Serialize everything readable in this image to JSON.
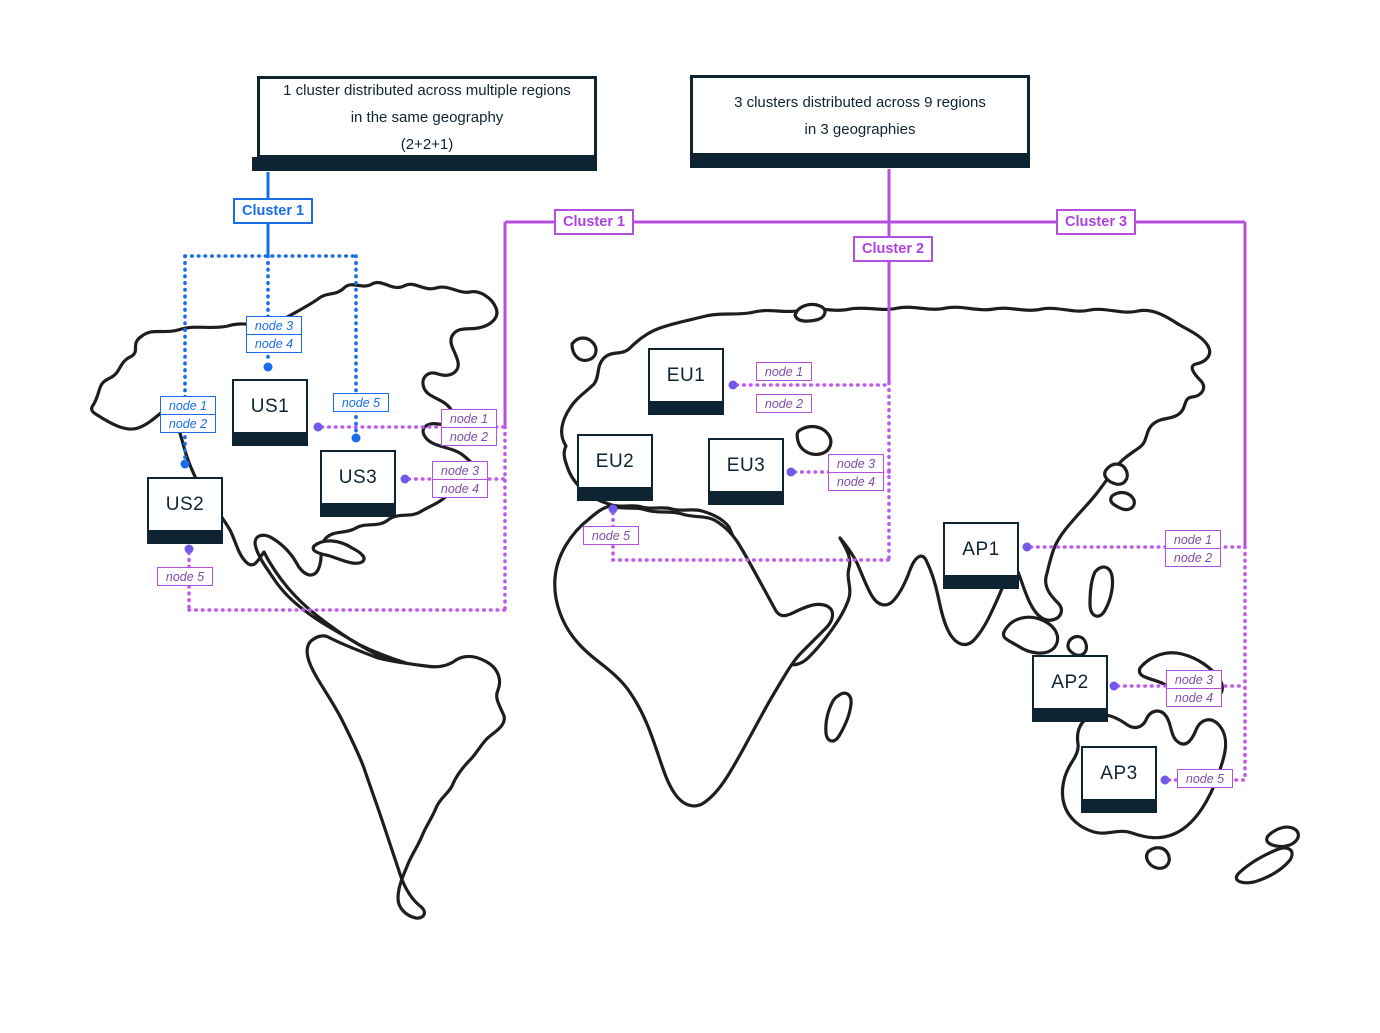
{
  "titles": {
    "left": {
      "line1": "1 cluster distributed across multiple regions",
      "line2": "in the same geography",
      "line3": "(2+2+1)"
    },
    "right": {
      "line1": "3 clusters distributed across 9 regions",
      "line2": "in 3 geographies"
    }
  },
  "clusters": {
    "blue_cluster1": "Cluster 1",
    "purple_cluster1": "Cluster 1",
    "purple_cluster2": "Cluster 2",
    "purple_cluster3": "Cluster 3"
  },
  "nodes": {
    "n1": "node 1",
    "n2": "node 2",
    "n3": "node 3",
    "n4": "node 4",
    "n5": "node 5"
  },
  "regions": {
    "us1": "US1",
    "us2": "US2",
    "us3": "US3",
    "eu1": "EU1",
    "eu2": "EU2",
    "eu3": "EU3",
    "ap1": "AP1",
    "ap2": "AP2",
    "ap3": "AP3"
  },
  "colors": {
    "blue": "#1a6ce8",
    "purple": "#b44fe0",
    "dotted_purple": "#bf5bec",
    "connector_dot": "#6f5be8",
    "dark_navy": "#0e2433",
    "map_outline": "#1e1e1e"
  }
}
